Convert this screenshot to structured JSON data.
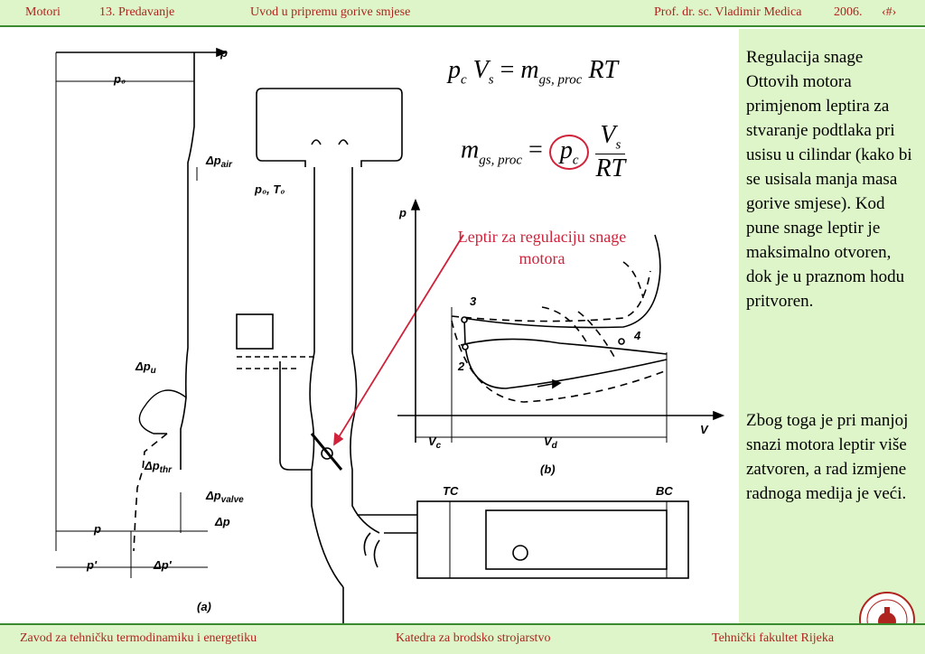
{
  "header": {
    "section": "Motori",
    "lecture": "13. Predavanje",
    "topic": "Uvod u pripremu gorive smjese",
    "author": "Prof. dr. sc. Vladimir Medica",
    "year": "2006.",
    "slide_number": "‹#›"
  },
  "footer": {
    "left": "Zavod za tehničku termodinamiku i energetiku",
    "center": "Katedra za brodsko strojarstvo",
    "right": "Tehnički fakultet Rijeka"
  },
  "sidebar": {
    "paragraph1": "Regulacija snage Ottovih motora primjenom leptira za stvaranje podtlaka pri usisu u cilindar (kako bi se usisala manja masa gorive smjese). Kod pune snage leptir je maksimalno otvoren, dok je u praznom hodu pritvoren.",
    "paragraph2": "Zbog toga je pri manjoj snazi motora leptir više zatvoren, a rad izmjene radnoga medija je veći."
  },
  "annotation": {
    "label": "Leptir za regulaciju snage motora",
    "color": "#d0223a"
  },
  "equations": {
    "eq1": {
      "p": "p",
      "c": "c",
      "V": "V",
      "s": "s",
      "eq": "=",
      "m": "m",
      "sub": "gs, proc",
      "RT": "RT"
    },
    "eq2": {
      "m": "m",
      "sub": "gs, proc",
      "eq": "=",
      "p": "p",
      "c": "c",
      "V": "V",
      "s": "s",
      "RT": "RT"
    }
  },
  "diagram_a": {
    "p_axis": "p",
    "p0": "p₀",
    "dp_air": "Δp",
    "dp_air_sub": "air",
    "p0_T0": "p₀, T₀",
    "dp_u": "Δp",
    "dp_u_sub": "u",
    "dp_thr": "Δp",
    "dp_thr_sub": "thr",
    "dp_valve": "Δp",
    "dp_valve_sub": "valve",
    "dp": "Δp",
    "p": "p",
    "p_prime": "p'",
    "dp_prime": "Δp'",
    "caption": "(a)"
  },
  "diagram_b": {
    "p_axis": "p",
    "v_axis": "V",
    "vc": "V",
    "vc_sub": "c",
    "vd": "V",
    "vd_sub": "d",
    "point2": "2",
    "point3": "3",
    "point4": "4",
    "caption": "(b)"
  },
  "engine": {
    "tc": "TC",
    "bc": "BC"
  },
  "colors": {
    "header_bg": "#ddf5c8",
    "header_text": "#b0241f",
    "accent_line": "#3a8a2f",
    "annotation": "#d0223a"
  }
}
